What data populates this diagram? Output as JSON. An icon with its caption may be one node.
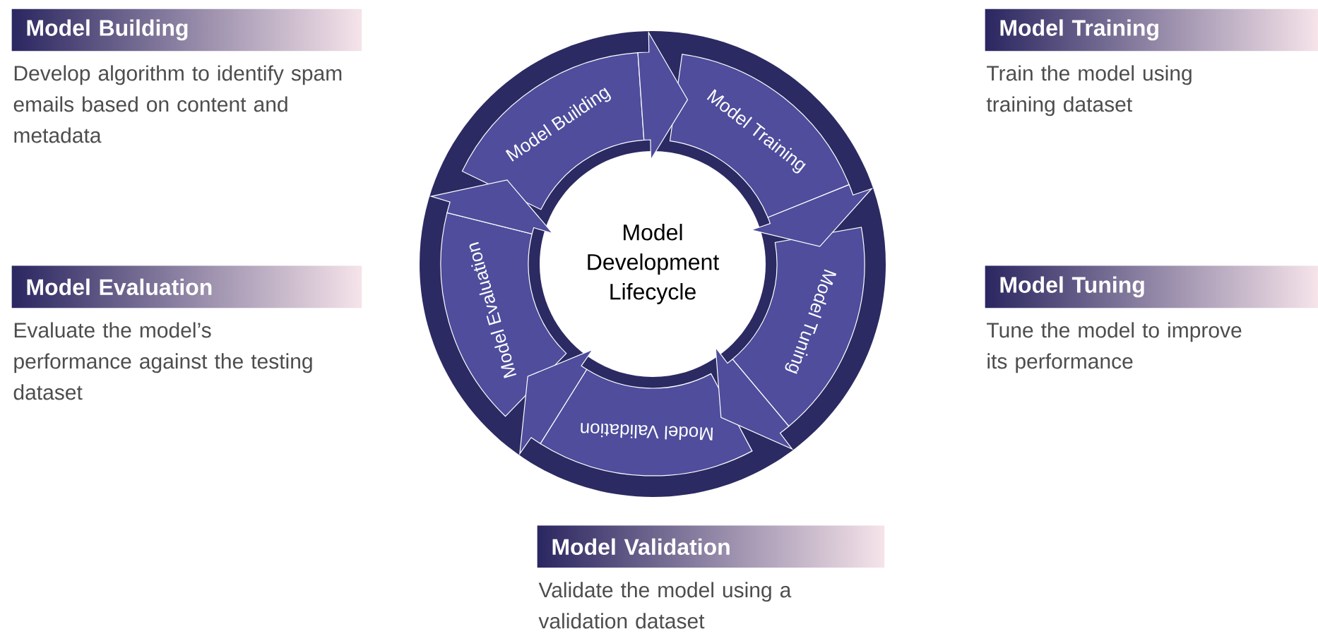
{
  "diagram": {
    "nodes": [
      {
        "text": [
          "Model Development Lifecycle"
        ]
      },
      {
        "text": [
          "Model Building"
        ]
      },
      {
        "text": [
          "Model Training"
        ]
      },
      {
        "text": [
          "Model Tuning"
        ]
      },
      {
        "text": [
          "Model Validation"
        ]
      },
      {
        "text": [
          "Model Evaluation"
        ]
      },
      {
        "text": [
          "Model Building",
          "Develop algorithm to identify spam emails based on content and metadata"
        ]
      },
      {
        "text": [
          "Model Training",
          "Train the model using training dataset"
        ]
      },
      {
        "text": [
          "Model Evaluation",
          "Evaluate the model’s performance against the testing dataset"
        ]
      },
      {
        "text": [
          "Model Tuning",
          "Tune the model to improve its performance"
        ]
      },
      {
        "text": [
          "Model Validation",
          "Validate the model using a validation dataset"
        ]
      }
    ],
    "edges": [
      {
        "from": 1,
        "to": 2,
        "arrow": "to"
      },
      {
        "from": 2,
        "to": 3,
        "arrow": "to"
      },
      {
        "from": 3,
        "to": 4,
        "arrow": "to"
      },
      {
        "from": 4,
        "to": 5,
        "arrow": "to"
      },
      {
        "from": 5,
        "to": 1,
        "arrow": "to"
      }
    ]
  }
}
